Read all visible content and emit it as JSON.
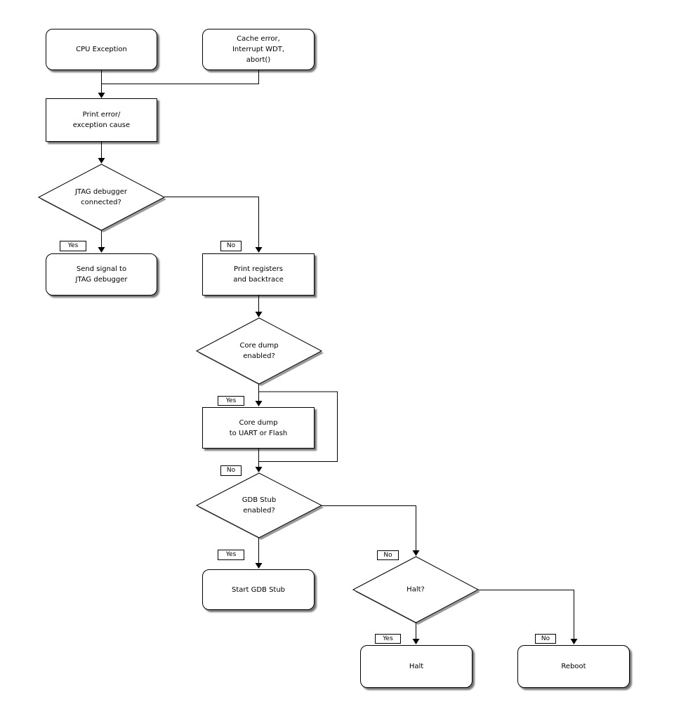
{
  "diagram": {
    "background_color": "#ffffff",
    "stroke_color": "#000000",
    "shadow_color": "rgba(0,0,0,0.55)",
    "nodes": {
      "cpu_exception": {
        "label": "CPU Exception",
        "shape": "rounded"
      },
      "cache_error": {
        "label": "Cache error,\nInterrupt WDT,\nabort()",
        "shape": "rounded"
      },
      "print_error": {
        "label": "Print error/\nexception cause",
        "shape": "rect"
      },
      "jtag_connected": {
        "label": "JTAG debugger\nconnected?",
        "shape": "diamond"
      },
      "send_signal": {
        "label": "Send signal to\nJTAG debugger",
        "shape": "rounded"
      },
      "print_registers": {
        "label": "Print registers\nand backtrace",
        "shape": "rect"
      },
      "core_dump_enabled": {
        "label": "Core dump\nenabled?",
        "shape": "diamond"
      },
      "core_dump": {
        "label": "Core dump\nto UART or Flash",
        "shape": "rect"
      },
      "gdb_stub_enabled": {
        "label": "GDB Stub\nenabled?",
        "shape": "diamond"
      },
      "start_gdb_stub": {
        "label": "Start GDB Stub",
        "shape": "rounded"
      },
      "halt_question": {
        "label": "Halt?",
        "shape": "diamond"
      },
      "halt": {
        "label": "Halt",
        "shape": "rounded"
      },
      "reboot": {
        "label": "Reboot",
        "shape": "rounded"
      }
    },
    "edges": [
      {
        "from": "cpu_exception",
        "to": "print_error",
        "label": ""
      },
      {
        "from": "cache_error",
        "to": "print_error",
        "label": ""
      },
      {
        "from": "print_error",
        "to": "jtag_connected",
        "label": ""
      },
      {
        "from": "jtag_connected",
        "to": "send_signal",
        "label": "Yes"
      },
      {
        "from": "jtag_connected",
        "to": "print_registers",
        "label": "No"
      },
      {
        "from": "print_registers",
        "to": "core_dump_enabled",
        "label": ""
      },
      {
        "from": "core_dump_enabled",
        "to": "core_dump",
        "label": "Yes"
      },
      {
        "from": "core_dump_enabled",
        "to": "gdb_stub_enabled",
        "label": "No"
      },
      {
        "from": "core_dump",
        "to": "gdb_stub_enabled",
        "label": ""
      },
      {
        "from": "gdb_stub_enabled",
        "to": "start_gdb_stub",
        "label": "Yes"
      },
      {
        "from": "gdb_stub_enabled",
        "to": "halt_question",
        "label": "No"
      },
      {
        "from": "halt_question",
        "to": "halt",
        "label": "Yes"
      },
      {
        "from": "halt_question",
        "to": "reboot",
        "label": "No"
      }
    ]
  }
}
